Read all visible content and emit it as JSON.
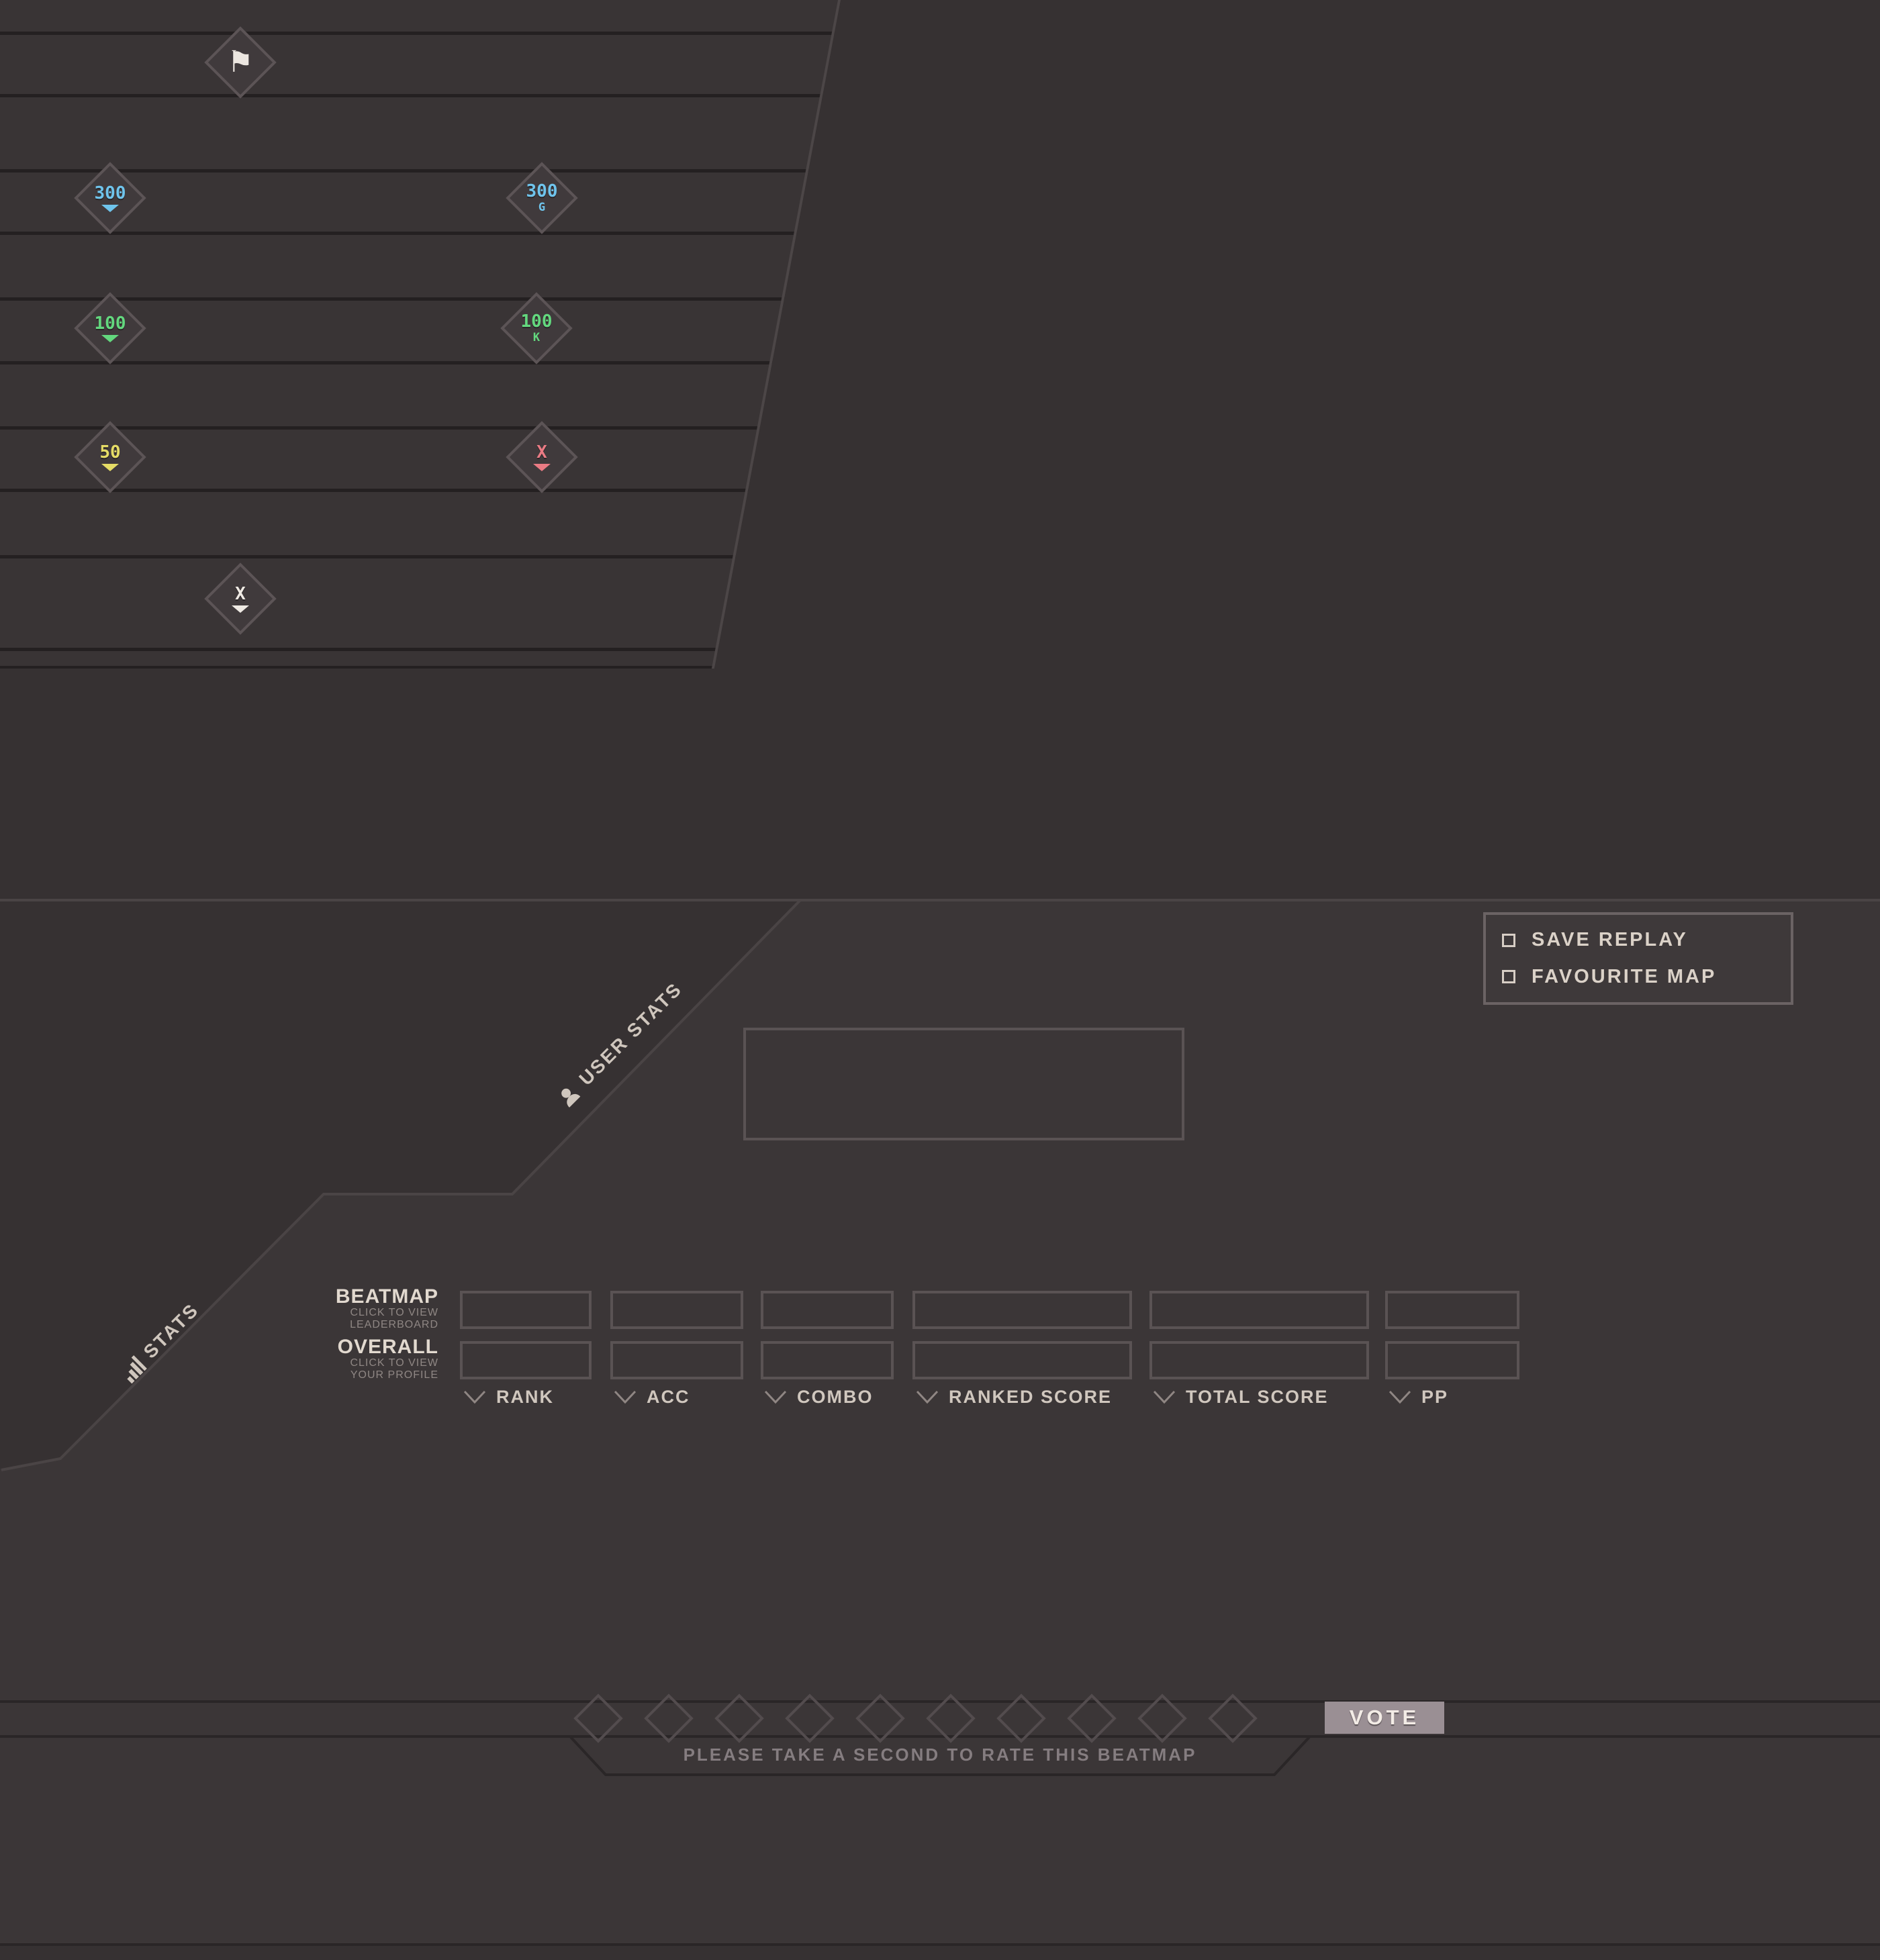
{
  "colors": {
    "background": "#363132",
    "panel": "#3b3637",
    "accent_blue": "#6fc4ec",
    "accent_green": "#63d87e",
    "accent_yellow": "#e5dc66",
    "accent_red": "#ea7b84",
    "text_light": "#d9d0c6",
    "text_muted": "#8f8784"
  },
  "judgement_panel": {
    "flag": {
      "glyph": "⚑"
    },
    "items": [
      {
        "id": "hit300",
        "label": "300",
        "color": "#6fc4ec"
      },
      {
        "id": "geki",
        "label": "300",
        "sub": "G",
        "color": "#6fc4ec"
      },
      {
        "id": "hit100",
        "label": "100",
        "color": "#63d87e"
      },
      {
        "id": "katu",
        "label": "100",
        "sub": "K",
        "color": "#63d87e"
      },
      {
        "id": "hit50",
        "label": "50",
        "color": "#e5dc66"
      },
      {
        "id": "miss",
        "label": "X",
        "color": "#ea7b84"
      },
      {
        "id": "combo",
        "label": "X",
        "color": "#efeae4"
      }
    ]
  },
  "actions": {
    "save_replay": "SAVE REPLAY",
    "favourite_map": "FAVOURITE MAP"
  },
  "section_labels": {
    "user_stats": "USER STATS",
    "stats": "STATS"
  },
  "stats_table": {
    "row_labels": [
      {
        "title": "BEATMAP",
        "sub_line1": "CLICK TO VIEW",
        "sub_line2": "LEADERBOARD"
      },
      {
        "title": "OVERALL",
        "sub_line1": "CLICK TO VIEW",
        "sub_line2": "YOUR PROFILE"
      }
    ],
    "columns": [
      "RANK",
      "ACC",
      "COMBO",
      "RANKED SCORE",
      "TOTAL SCORE",
      "PP"
    ]
  },
  "rating": {
    "vote_label": "VOTE",
    "prompt": "PLEASE TAKE A SECOND TO RATE THIS BEATMAP",
    "diamond_count": 10
  }
}
